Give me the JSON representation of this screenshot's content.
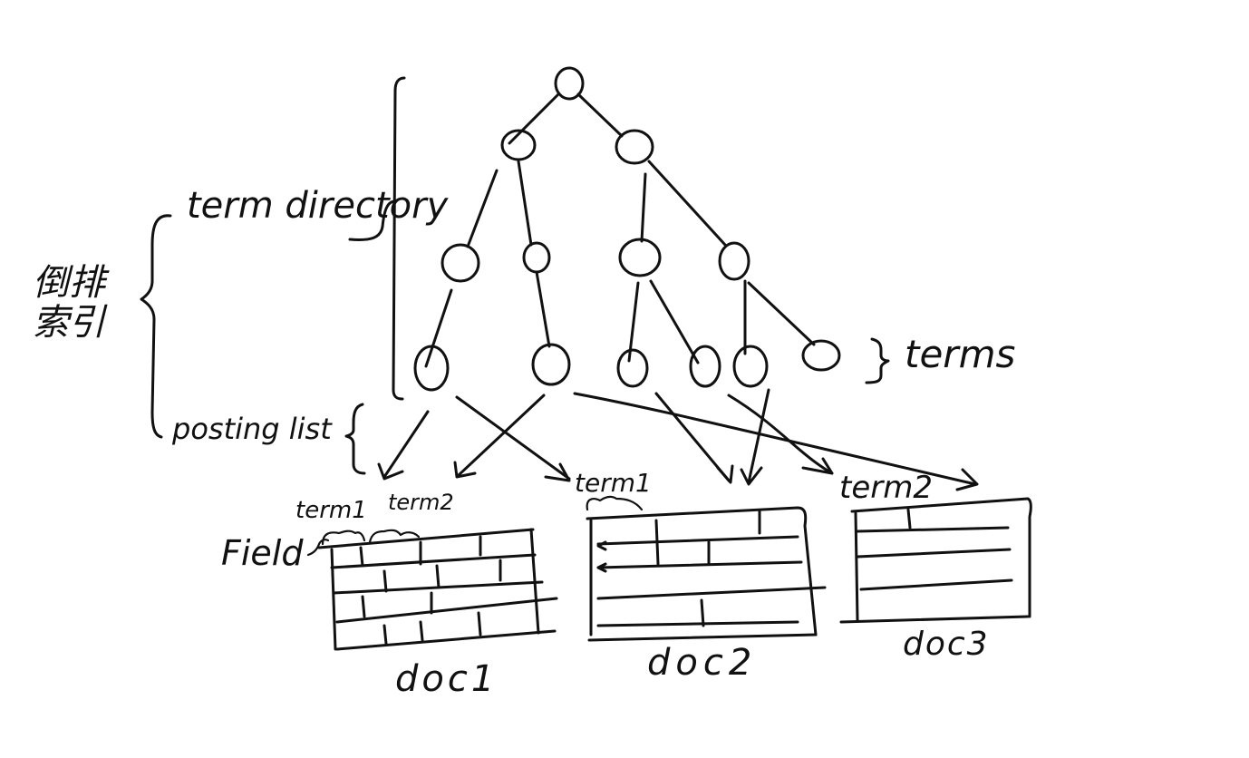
{
  "labels": {
    "inverted_index": "倒排索引",
    "term_directory": "term directory",
    "posting_list": "posting list",
    "terms": "terms",
    "field": "Field",
    "term1_a": "term1",
    "term2_a": "term2",
    "term1_b": "term1",
    "term2_b": "term2",
    "doc1": "doc1",
    "doc2": "doc2",
    "doc3": "doc3"
  }
}
